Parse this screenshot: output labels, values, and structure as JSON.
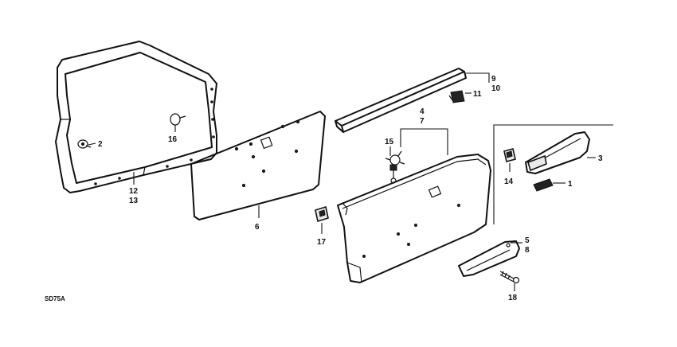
{
  "diagram_code": "SD75A",
  "callouts": {
    "c1": "1",
    "c2": "2",
    "c3": "3",
    "c4": "4",
    "c5": "5",
    "c6": "6",
    "c7": "7",
    "c8": "8",
    "c9": "9",
    "c10": "10",
    "c11": "11",
    "c12": "12",
    "c13": "13",
    "c14": "14",
    "c15": "15",
    "c16": "16",
    "c17": "17",
    "c18": "18"
  },
  "colors": {
    "ink": "#111111",
    "background": "#ffffff"
  }
}
